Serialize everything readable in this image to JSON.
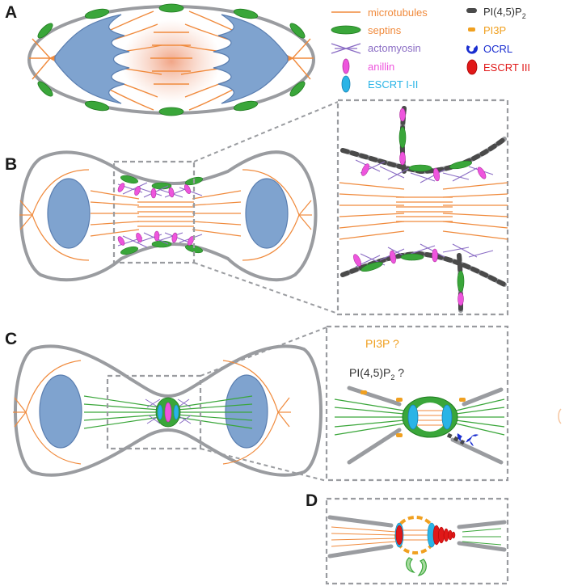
{
  "figure": {
    "panels": {
      "a": "A",
      "b": "B",
      "c": "C",
      "d": "D"
    },
    "legend": {
      "microtubules": "microtubules",
      "septins": "septins",
      "actomyosin": "actomyosin",
      "anillin": "anillin",
      "escrt12": "ESCRT I-II",
      "pip2_main": "PI(4,5)P",
      "pip2_sub": "2",
      "pi3p": "PI3P",
      "ocrl": "OCRL",
      "escrt3": "ESCRT III"
    },
    "panel_c_questions": {
      "pi3p": "PI3P ?",
      "pip2_main": "PI(4,5)P",
      "pip2_sub": "2",
      "pip2_q": " ?"
    }
  },
  "colors": {
    "microtubule": "#f08a3c",
    "septin": "#3aa63a",
    "actomyosin": "#8a6cc4",
    "anillin": "#ee55dd",
    "escrt12": "#2ab4e6",
    "pip2": "#4a4a4a",
    "pi3p": "#f0a020",
    "ocrl": "#1a2ed0",
    "escrt3": "#e01818",
    "membrane": "#9a9ca0",
    "nucleus": "#7fa3cf",
    "inset_border": "#9a9ca0"
  }
}
